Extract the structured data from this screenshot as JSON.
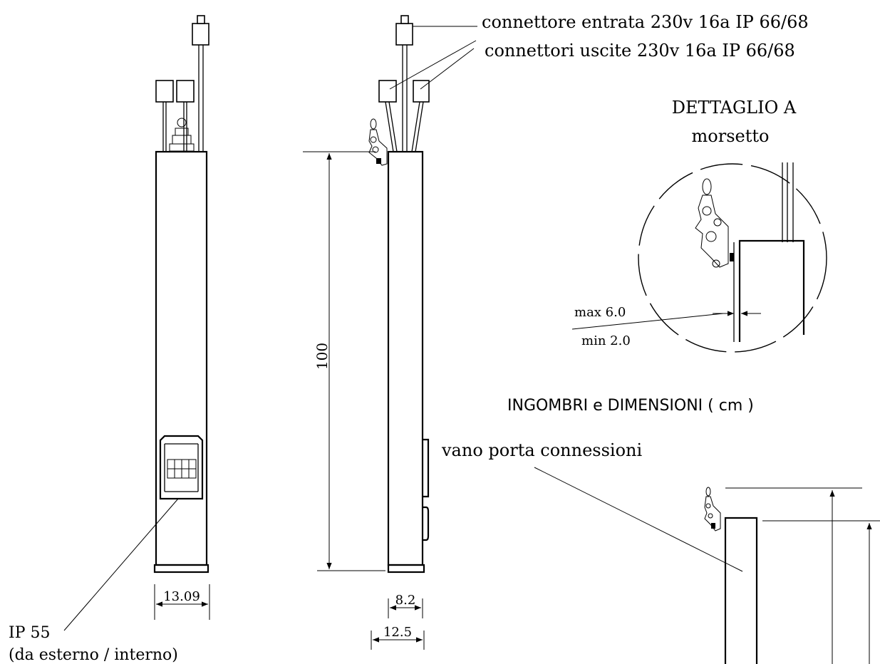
{
  "labels": {
    "inlet_connector": "connettore entrata 230v 16a IP 66/68",
    "outlet_connectors": "connettori uscite 230v 16a IP 66/68",
    "detail_title": "DETTAGLIO A",
    "detail_subtitle": "morsetto",
    "clamp_max": "max 6.0",
    "clamp_min": "min 2.0",
    "dimensions_title": "INGOMBRI  e  DIMENSIONI  ( cm )",
    "connection_box": "vano porta connessioni",
    "ip_rating": "IP 55",
    "ip_note": "(da esterno / interno)"
  },
  "dimensions": {
    "height": "100",
    "front_width": "13.09",
    "side_depth": "8.2",
    "side_depth_total": "12.5"
  },
  "colors": {
    "line": "#000000",
    "background": "#ffffff"
  }
}
